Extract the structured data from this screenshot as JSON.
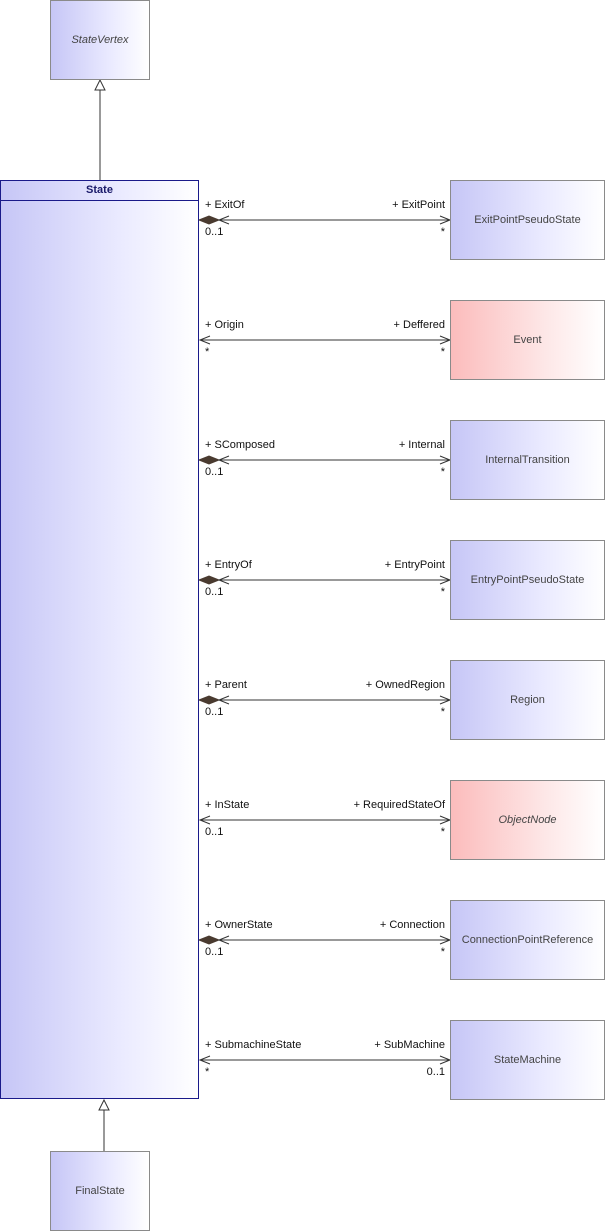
{
  "classes": {
    "state_vertex": "StateVertex",
    "state": "State",
    "final_state": "FinalState"
  },
  "associations": [
    {
      "target": "ExitPointPseudoState",
      "near_role": "+ ExitOf",
      "near_mult": "0..1",
      "far_role": "+ ExitPoint",
      "far_mult": "*",
      "composite": true,
      "style": "blue",
      "italic": false
    },
    {
      "target": "Event",
      "near_role": "+ Origin",
      "near_mult": "*",
      "far_role": "+ Deffered",
      "far_mult": "*",
      "composite": false,
      "style": "pink",
      "italic": false
    },
    {
      "target": "InternalTransition",
      "near_role": "+ SComposed",
      "near_mult": "0..1",
      "far_role": "+ Internal",
      "far_mult": "*",
      "composite": true,
      "style": "blue",
      "italic": false
    },
    {
      "target": "EntryPointPseudoState",
      "near_role": "+ EntryOf",
      "near_mult": "0..1",
      "far_role": "+ EntryPoint",
      "far_mult": "*",
      "composite": true,
      "style": "blue",
      "italic": false
    },
    {
      "target": "Region",
      "near_role": "+ Parent",
      "near_mult": "0..1",
      "far_role": "+ OwnedRegion",
      "far_mult": "*",
      "composite": true,
      "style": "blue",
      "italic": false
    },
    {
      "target": "ObjectNode",
      "near_role": "+ InState",
      "near_mult": "0..1",
      "far_role": "+ RequiredStateOf",
      "far_mult": "*",
      "composite": false,
      "style": "pink",
      "italic": true
    },
    {
      "target": "ConnectionPointReference",
      "near_role": "+ OwnerState",
      "near_mult": "0..1",
      "far_role": "+ Connection",
      "far_mult": "*",
      "composite": true,
      "style": "blue",
      "italic": false
    },
    {
      "target": "StateMachine",
      "near_role": "+ SubmachineState",
      "near_mult": "*",
      "far_role": "+ SubMachine",
      "far_mult": "0..1",
      "composite": false,
      "style": "blue",
      "italic": false
    }
  ],
  "colors": {
    "class_fill_start": "#c6c6f6",
    "external_fill_start": "#fcbcbc",
    "state_border": "#1a1a8a",
    "line": "#333333"
  }
}
